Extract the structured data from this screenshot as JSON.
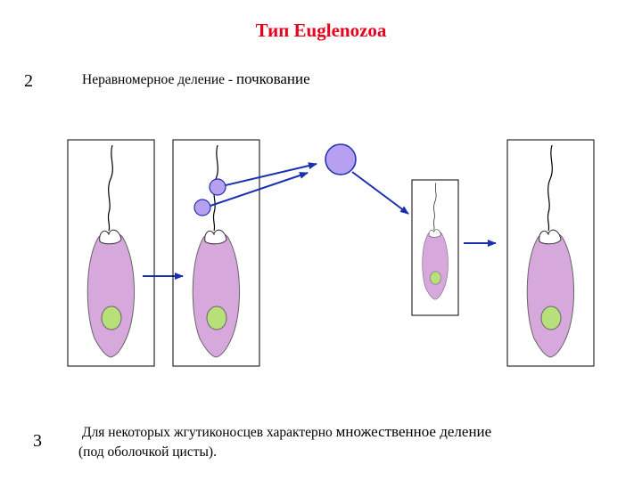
{
  "slide": {
    "title": "Тип Euglenozoa",
    "item1": {
      "number": "2",
      "text_small": "Неравномерное деление - ",
      "text_big": "почкование"
    },
    "item2": {
      "number": "3",
      "line1_small": "Для некоторых жгутиконосцев характерно ",
      "line1_big": "множественное деление",
      "line2": "(под оболочкой цисты)."
    }
  },
  "colors": {
    "title": "#e8001c",
    "cell_body": "#d6a8dc",
    "nucleus": "#b8e07a",
    "bud": "#b8a0f0",
    "arrow": "#1a2fb0",
    "frame": "#000000"
  },
  "icons": [
    "euglena-cell",
    "bud-sphere",
    "arrow-right"
  ]
}
